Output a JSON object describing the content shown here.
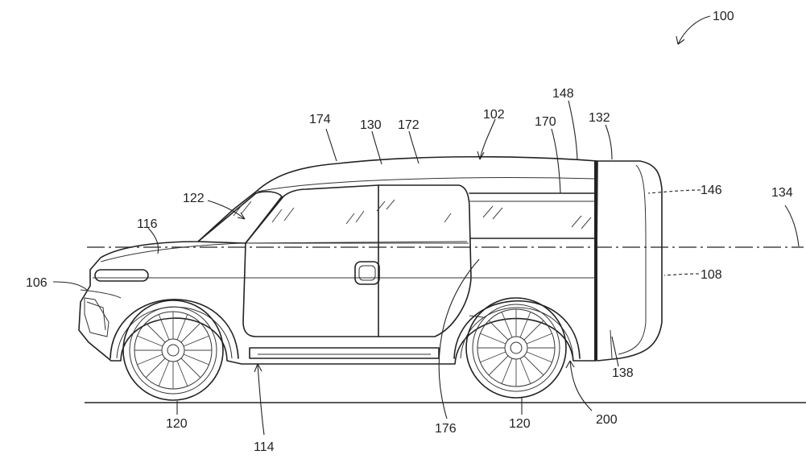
{
  "labels": {
    "l100": "100",
    "l102": "102",
    "l106": "106",
    "l108": "108",
    "l114": "114",
    "l116": "116",
    "l120_front": "120",
    "l120_rear": "120",
    "l122": "122",
    "l130": "130",
    "l132": "132",
    "l134": "134",
    "l138": "138",
    "l146": "146",
    "l148": "148",
    "l170": "170",
    "l172": "172",
    "l174": "174",
    "l176": "176",
    "l200": "200"
  }
}
